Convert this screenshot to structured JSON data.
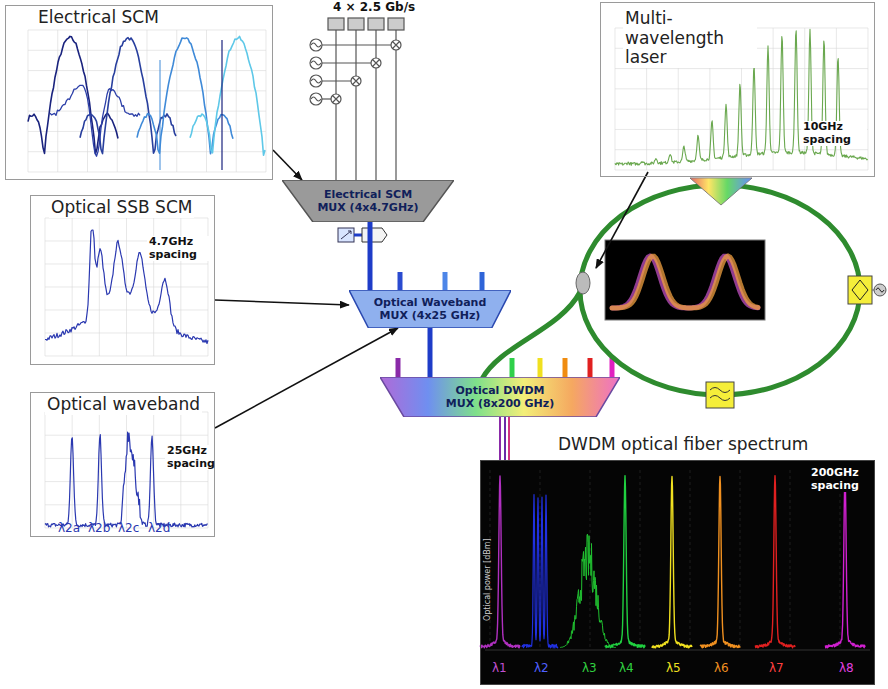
{
  "diagram": {
    "nodes": [
      {
        "text": [
          "Electrical SCM"
        ]
      },
      {
        "text": [
          "Multi-wavelength laser",
          "10GHz spacing"
        ]
      },
      {
        "text": [
          "Electrical SCM",
          "MUX (4x4.7GHz)"
        ]
      },
      {
        "text": [
          "Optical SSB SCM",
          "4.7GHz spacing"
        ]
      },
      {
        "text": [
          "Optical Waveband",
          "MUX (4x25 GHz)"
        ]
      },
      {
        "text": [
          "Optical waveband",
          "25GHz spacing"
        ]
      },
      {
        "text": [
          "Optical DWDM",
          "MUX (8x200 GHz)"
        ]
      },
      {
        "text": [
          "DWDM optical fiber spectrum",
          "200GHz spacing"
        ]
      }
    ],
    "edges": [
      {
        "from": 0,
        "to": 2,
        "arrow": "to"
      },
      {
        "from": 2,
        "to": 4,
        "arrow": "none"
      },
      {
        "from": 3,
        "to": 4,
        "arrow": "to"
      },
      {
        "from": 5,
        "to": 4,
        "arrow": "to"
      },
      {
        "from": 4,
        "to": 6,
        "arrow": "none"
      },
      {
        "from": 6,
        "to": 7,
        "arrow": "none"
      }
    ],
    "labels": [
      "4 × 2.5 Gb/s",
      "λ2a",
      "λ2b",
      "λ2c",
      "λ2d",
      "λ1",
      "λ2",
      "λ3",
      "λ4",
      "λ5",
      "λ6",
      "λ7",
      "λ8",
      "Optical power [dBm]"
    ]
  }
}
